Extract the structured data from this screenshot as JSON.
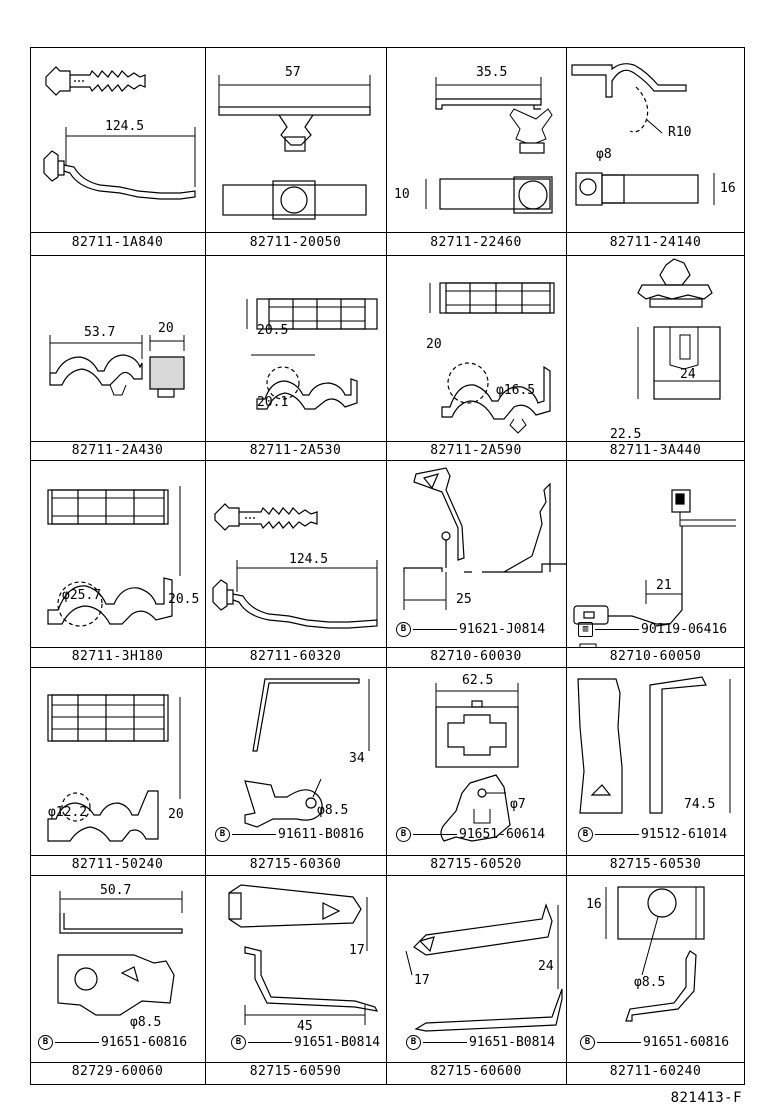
{
  "drawing_code": "821413-F",
  "rows": [
    [
      {
        "part": "82711-1A840",
        "dims": [
          "124.5"
        ],
        "bolt": ""
      },
      {
        "part": "82711-20050",
        "dims": [
          "57"
        ],
        "bolt": ""
      },
      {
        "part": "82711-22460",
        "dims": [
          "35.5",
          "10"
        ],
        "bolt": ""
      },
      {
        "part": "82711-24140",
        "dims": [
          "R10",
          "φ8",
          "16"
        ],
        "bolt": ""
      }
    ],
    [
      {
        "part": "82711-2A430",
        "dims": [
          "53.7",
          "20"
        ],
        "bolt": ""
      },
      {
        "part": "82711-2A530",
        "dims": [
          "20.5",
          "20.1"
        ],
        "bolt": ""
      },
      {
        "part": "82711-2A590",
        "dims": [
          "20",
          "φ16.5"
        ],
        "bolt": ""
      },
      {
        "part": "82711-3A440",
        "dims": [
          "24",
          "22.5"
        ],
        "bolt": ""
      }
    ],
    [
      {
        "part": "82711-3H180",
        "dims": [
          "φ25.7",
          "20.5"
        ],
        "bolt": ""
      },
      {
        "part": "82711-60320",
        "dims": [
          "124.5"
        ],
        "bolt": ""
      },
      {
        "part": "82710-60030",
        "dims": [
          "25"
        ],
        "bolt": "91621-J0814"
      },
      {
        "part": "82710-60050",
        "dims": [
          "21"
        ],
        "bolt": "90119-06416"
      }
    ],
    [
      {
        "part": "82711-50240",
        "dims": [
          "φ12.2",
          "20"
        ],
        "bolt": ""
      },
      {
        "part": "82715-60360",
        "dims": [
          "34",
          "φ8.5"
        ],
        "bolt": "91611-B0816"
      },
      {
        "part": "82715-60520",
        "dims": [
          "62.5",
          "φ7"
        ],
        "bolt": "91651-60614"
      },
      {
        "part": "82715-60530",
        "dims": [
          "74.5"
        ],
        "bolt": "91512-61014"
      }
    ],
    [
      {
        "part": "82729-60060",
        "dims": [
          "50.7",
          "φ8.5"
        ],
        "bolt": "91651-60816"
      },
      {
        "part": "82715-60590",
        "dims": [
          "17",
          "45"
        ],
        "bolt": "91651-B0814"
      },
      {
        "part": "82715-60600",
        "dims": [
          "17",
          "24"
        ],
        "bolt": "91651-B0814"
      },
      {
        "part": "82711-60240",
        "dims": [
          "16",
          "φ8.5"
        ],
        "bolt": "91651-60816"
      }
    ]
  ]
}
